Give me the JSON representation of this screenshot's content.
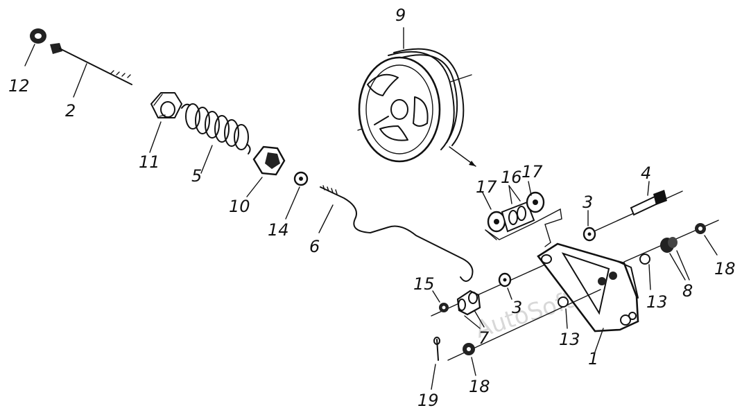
{
  "labels": {
    "n1": "1",
    "n2": "2",
    "n3a": "3",
    "n3b": "3",
    "n4": "4",
    "n5": "5",
    "n6": "6",
    "n7": "7",
    "n8": "8",
    "n9": "9",
    "n10": "10",
    "n11": "11",
    "n12": "12",
    "n13a": "13",
    "n13b": "13",
    "n14": "14",
    "n15": "15",
    "n16": "16",
    "n17a": "17",
    "n17b": "17",
    "n18a": "18",
    "n18b": "18",
    "n19": "19"
  },
  "watermark": "AutoSoft"
}
